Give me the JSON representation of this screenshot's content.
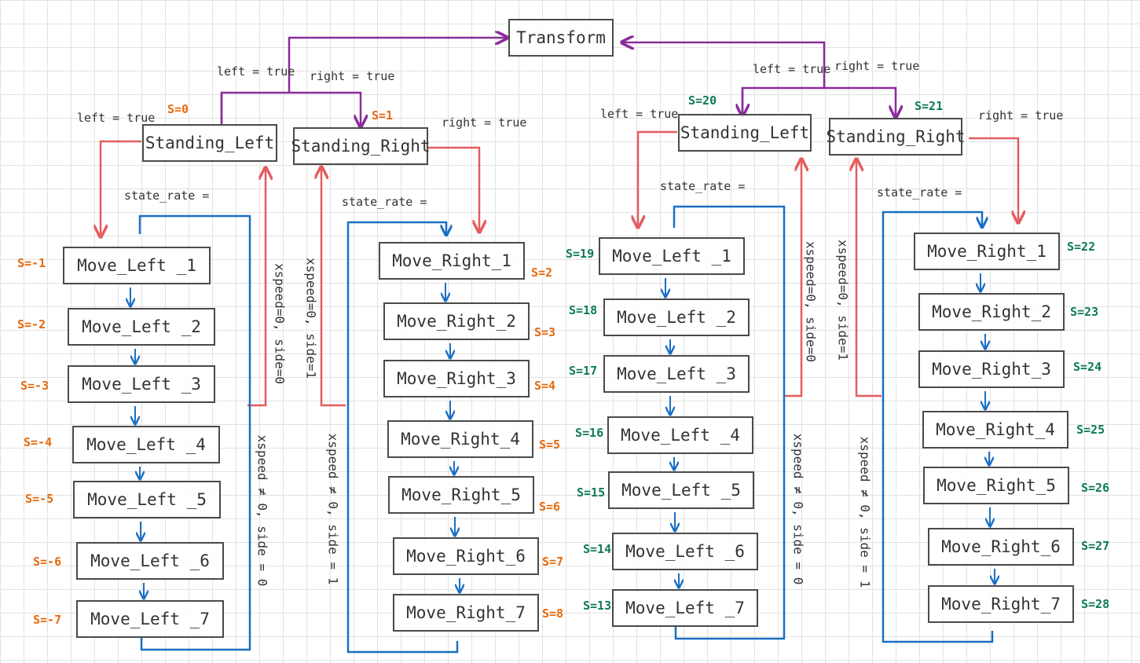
{
  "colors": {
    "transform_edge": "#8B2C9B",
    "switch_edge": "#E45C5F",
    "loop_edge": "#1A6FC4",
    "node_border": "#4a4a4a",
    "group1_state": "#E8680C",
    "group2_state": "#0D7A5A",
    "arrow_small": "#1A6FC4"
  },
  "nodes": {
    "transform": "Transform",
    "g1_standing_left": "Standing_Left",
    "g1_standing_right": "Standing_Right",
    "g2_standing_left": "Standing_Left",
    "g2_standing_right": "Standing_Right",
    "g1_left": [
      "Move_Left _1",
      "Move_Left _2",
      "Move_Left _3",
      "Move_Left _4",
      "Move_Left _5",
      "Move_Left _6",
      "Move_Left _7"
    ],
    "g1_right": [
      "Move_Right_1",
      "Move_Right_2",
      "Move_Right_3",
      "Move_Right_4",
      "Move_Right_5",
      "Move_Right_6",
      "Move_Right_7"
    ],
    "g2_left": [
      "Move_Left _1",
      "Move_Left _2",
      "Move_Left _3",
      "Move_Left _4",
      "Move_Left _5",
      "Move_Left _6",
      "Move_Left _7"
    ],
    "g2_right": [
      "Move_Right_1",
      "Move_Right_2",
      "Move_Right_3",
      "Move_Right_4",
      "Move_Right_5",
      "Move_Right_6",
      "Move_Right_7"
    ]
  },
  "states": {
    "g1_standing_left": "S=0",
    "g1_standing_right": "S=1",
    "g2_standing_left": "S=20",
    "g2_standing_right": "S=21",
    "g1_left": [
      "S=-1",
      "S=-2",
      "S=-3",
      "S=-4",
      "S=-5",
      "S=-6",
      "S=-7"
    ],
    "g1_right": [
      "S=2",
      "S=3",
      "S=4",
      "S=5",
      "S=6",
      "S=7",
      "S=8"
    ],
    "g2_left": [
      "S=19",
      "S=18",
      "S=17",
      "S=16",
      "S=15",
      "S=14",
      "S=13"
    ],
    "g2_right": [
      "S=22",
      "S=23",
      "S=24",
      "S=25",
      "S=26",
      "S=27",
      "S=28"
    ]
  },
  "notes": {
    "left_true": "left = true",
    "right_true": "right = true",
    "state_rate": "state_rate =",
    "xspeed_zero_side0": "xspeed=0, side=0",
    "xspeed_zero_side1": "xspeed=0, side=1",
    "xspeed_nonzero_side0": "xspeed ≠ 0, side = 0",
    "xspeed_nonzero_side1": "xspeed ≠ 0, side = 1"
  }
}
